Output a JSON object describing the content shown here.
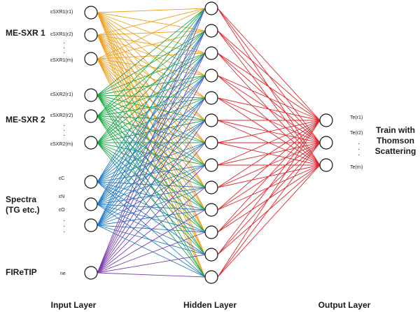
{
  "colors": {
    "sxr1": "#f0a020",
    "sxr2": "#22a84a",
    "spectra": "#2a7ec8",
    "firetip": "#7a3eb0",
    "output": "#e0252b"
  },
  "input_groups": [
    {
      "name": "ME-SXR 1",
      "color_key": "sxr1",
      "node_labels": [
        "εSXR1(r1)",
        "εSXR1(r2)",
        "εSXR1(rn)"
      ]
    },
    {
      "name": "ME-SXR 2",
      "color_key": "sxr2",
      "node_labels": [
        "εSXR2(r1)",
        "εSXR2(r2)",
        "εSXR2(rn)"
      ]
    },
    {
      "name": "Spectra",
      "name_line2": "(TG etc.)",
      "color_key": "spectra",
      "node_labels": [
        "εC",
        "εN",
        "εO"
      ]
    },
    {
      "name": "FIReTIP",
      "color_key": "firetip",
      "node_labels": [
        "ne"
      ]
    }
  ],
  "hidden_layer": {
    "node_count": 13
  },
  "output_layer": {
    "node_labels": [
      "Te(r1)",
      "Te(r2)",
      "Te(rn)"
    ]
  },
  "side_label": [
    "Train with",
    "Thomson",
    "Scattering"
  ],
  "layer_titles": {
    "input": "Input Layer",
    "hidden": "Hidden Layer",
    "output": "Output Layer"
  },
  "ellipsis": "·"
}
